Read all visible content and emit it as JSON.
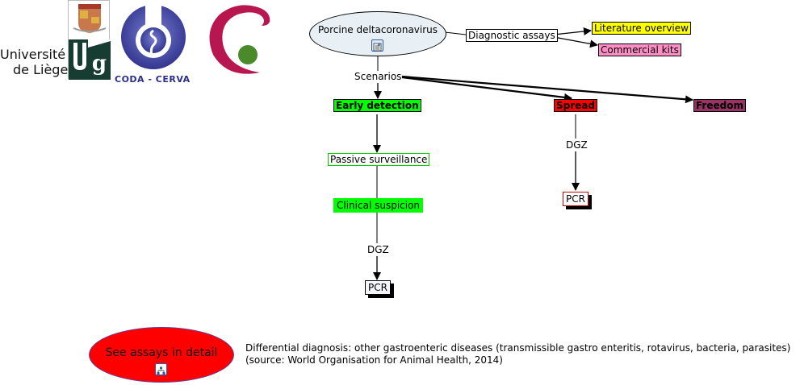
{
  "logos": {
    "ulg_text_line1": "Université",
    "ulg_text_line2": "de Liège",
    "ulg_monogram": "ULg",
    "coda_cerva_label": "CODA - CERVA"
  },
  "map": {
    "root": "Porcine deltacoronavirus",
    "diagnostic_assays": "Diagnostic assays",
    "literature_overview": "Literature overview",
    "commercial_kits": "Commercial kits",
    "scenarios": "Scenarios",
    "early_detection": "Early detection",
    "spread": "Spread",
    "freedom": "Freedom",
    "passive_surveillance": "Passive surveillance",
    "clinical_suspicion": "Clinical suspicion",
    "dgz_left": "DGZ",
    "pcr_left": "PCR",
    "dgz_right": "DGZ",
    "pcr_right": "PCR"
  },
  "colors": {
    "root_fill": "#e8f0f5",
    "literature_fill": "#ffff00",
    "commercial_fill": "#ff8ec6",
    "early_fill": "#00ff00",
    "spread_fill": "#ff0000",
    "freedom_fill": "#993366",
    "passive_border": "#00cc00",
    "clinical_fill": "#00ff00",
    "pcr_right_border": "#cc0000",
    "assays_ellipse_fill": "#ff0000",
    "assays_ellipse_border": "#5a3fa0"
  },
  "assays_detail": {
    "label": "See assays in detail"
  },
  "footnote": {
    "line1": "Differential diagnosis: other gastroenteric diseases (transmissible gastro enteritis, rotavirus, bacteria, parasites)",
    "line2": "(source: World Organisation for Animal Health, 2014)"
  }
}
